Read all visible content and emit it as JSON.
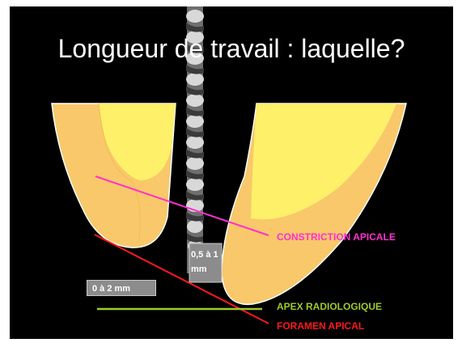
{
  "slide": {
    "title": "Longueur de travail : laquelle?",
    "labels": {
      "constriction": "CONSTRICTION APICALE",
      "apex": "APEX RADIOLOGIQUE",
      "foramen": "FORAMEN APICAL",
      "range_small": "0 à 2 mm",
      "range_other": "0,5 à 1 mm"
    },
    "colors": {
      "background": "#000000",
      "dentin": "#f9c86a",
      "pulp": "#fff06a",
      "constriction": "#ff2fd0",
      "apex": "#9ccc2c",
      "foramen": "#ff1a1a",
      "title": "#ffffff"
    }
  }
}
